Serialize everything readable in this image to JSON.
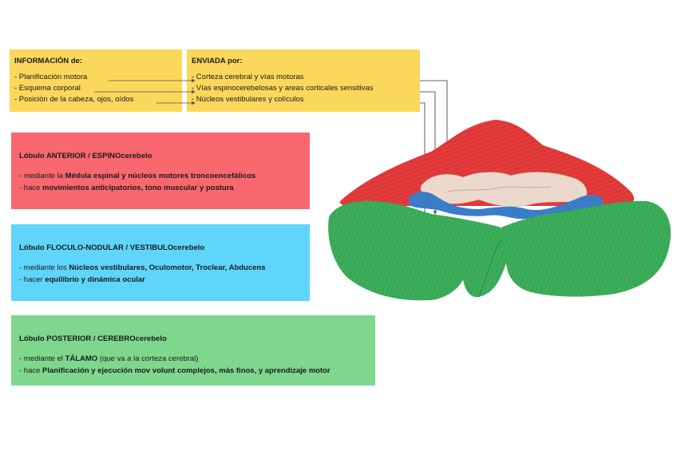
{
  "info_card": {
    "title": "INFORMACIÓN de:",
    "items": [
      "- Planificación motora",
      "- Esquema corporal",
      "- Posición de la cabeza, ojos, oídos"
    ]
  },
  "sent_card": {
    "title": "ENVIADA por:",
    "items": [
      "- Corteza cerebral y vías motoras",
      "- Vías espinocerebelosas y areas corticales sensitivas",
      "- Núcleos vestibulares y colículos"
    ]
  },
  "lobes": {
    "anterior": {
      "title": "Lóbulo ANTERIOR / ESPINOcerebelo",
      "l1_prefix": "- mediante la ",
      "l1_bold": "Médula espinal y núcleos motores troncoencefálicos",
      "l2_prefix": "- hace ",
      "l2_bold": "movimientos anticipatorios, tono muscular y postura"
    },
    "floculo": {
      "title": "Lóbulo FLOCULO-NODULAR / VESTIBULOcerebelo",
      "l1_prefix": "- mediante los ",
      "l1_bold": "Núcleos vestibulares, Oculomotor, Troclear, Abducens",
      "l2_prefix": "- hacer ",
      "l2_bold": "equilibrio y dinámica ocular"
    },
    "posterior": {
      "title": "Lóbulo POSTERIOR / CEREBROcerebelo",
      "l1_prefix": "- mediante el ",
      "l1_bold": "TÁLAMO",
      "l1_suffix": " (que va a la corteza cerebral)",
      "l2_prefix": "- hace ",
      "l2_bold": "Planificación y ejecución  mov volunt complejos, más finos, y aprendizaje motor"
    }
  },
  "colors": {
    "note_yellow": "#fbd75b",
    "anterior_red": "#f8686e",
    "floculo_blue": "#5fd5fb",
    "posterior_green": "#7ed78c",
    "cerebellum_red": "#e53b3b",
    "cerebellum_green": "#3cae5a",
    "cerebellum_blue": "#3d7fcc",
    "brainstem_cream": "#ead9cc"
  }
}
